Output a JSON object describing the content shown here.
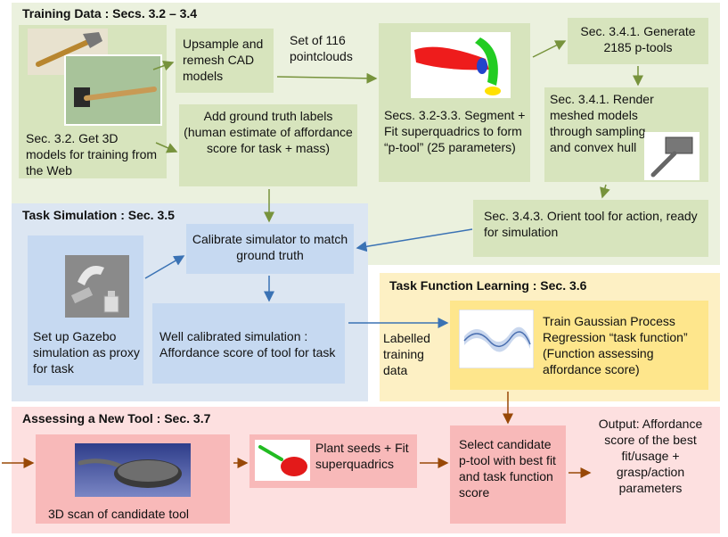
{
  "training": {
    "title": "Training Data : Secs. 3.2 – 3.4",
    "get_models": "Sec. 3.2. Get 3D models for training from the Web",
    "upsample": "Upsample and remesh CAD models",
    "pointclouds": "Set of 116 pointclouds",
    "labels": "Add ground truth labels (human estimate of affordance score for task + mass)",
    "segment": "Secs. 3.2-3.3. Segment + Fit superquadrics to form “p-tool” (25 parameters)",
    "generate": "Sec. 3.4.1. Generate 2185 p-tools",
    "render": "Sec. 3.4.1. Render meshed models through sampling and convex hull",
    "orient": "Sec. 3.4.3. Orient tool for action, ready for simulation"
  },
  "simulation": {
    "title": "Task Simulation : Sec. 3.5",
    "gazebo": "Set up Gazebo simulation as proxy for task",
    "calibrate": "Calibrate simulator to match ground truth",
    "calibrated": "Well calibrated simulation : Affordance score of tool for task"
  },
  "learning": {
    "title": "Task Function Learning : Sec. 3.6",
    "labelled": "Labelled training data",
    "gp": "Train Gaussian Process Regression “task function” (Function assessing affordance score)"
  },
  "assessing": {
    "title": "Assessing a New Tool : Sec. 3.7",
    "scan": "3D scan of candidate tool",
    "seeds": "Plant seeds + Fit superquadrics",
    "select": "Select candidate p-tool with best fit and task function score",
    "output": "Output: Affordance score of the best fit/usage + grasp/action parameters"
  },
  "colors": {
    "training_bg": "#ebf1de",
    "training_box": "#d7e4bd",
    "sim_bg": "#dce6f2",
    "sim_box": "#c6d9f1",
    "learn_bg": "#fdf0c4",
    "learn_box": "#fee68c",
    "assess_bg": "#fde0e0",
    "assess_box": "#f8b9b9",
    "arrow_green": "#77933c",
    "arrow_blue": "#3a72b4",
    "arrow_brown": "#984807"
  }
}
